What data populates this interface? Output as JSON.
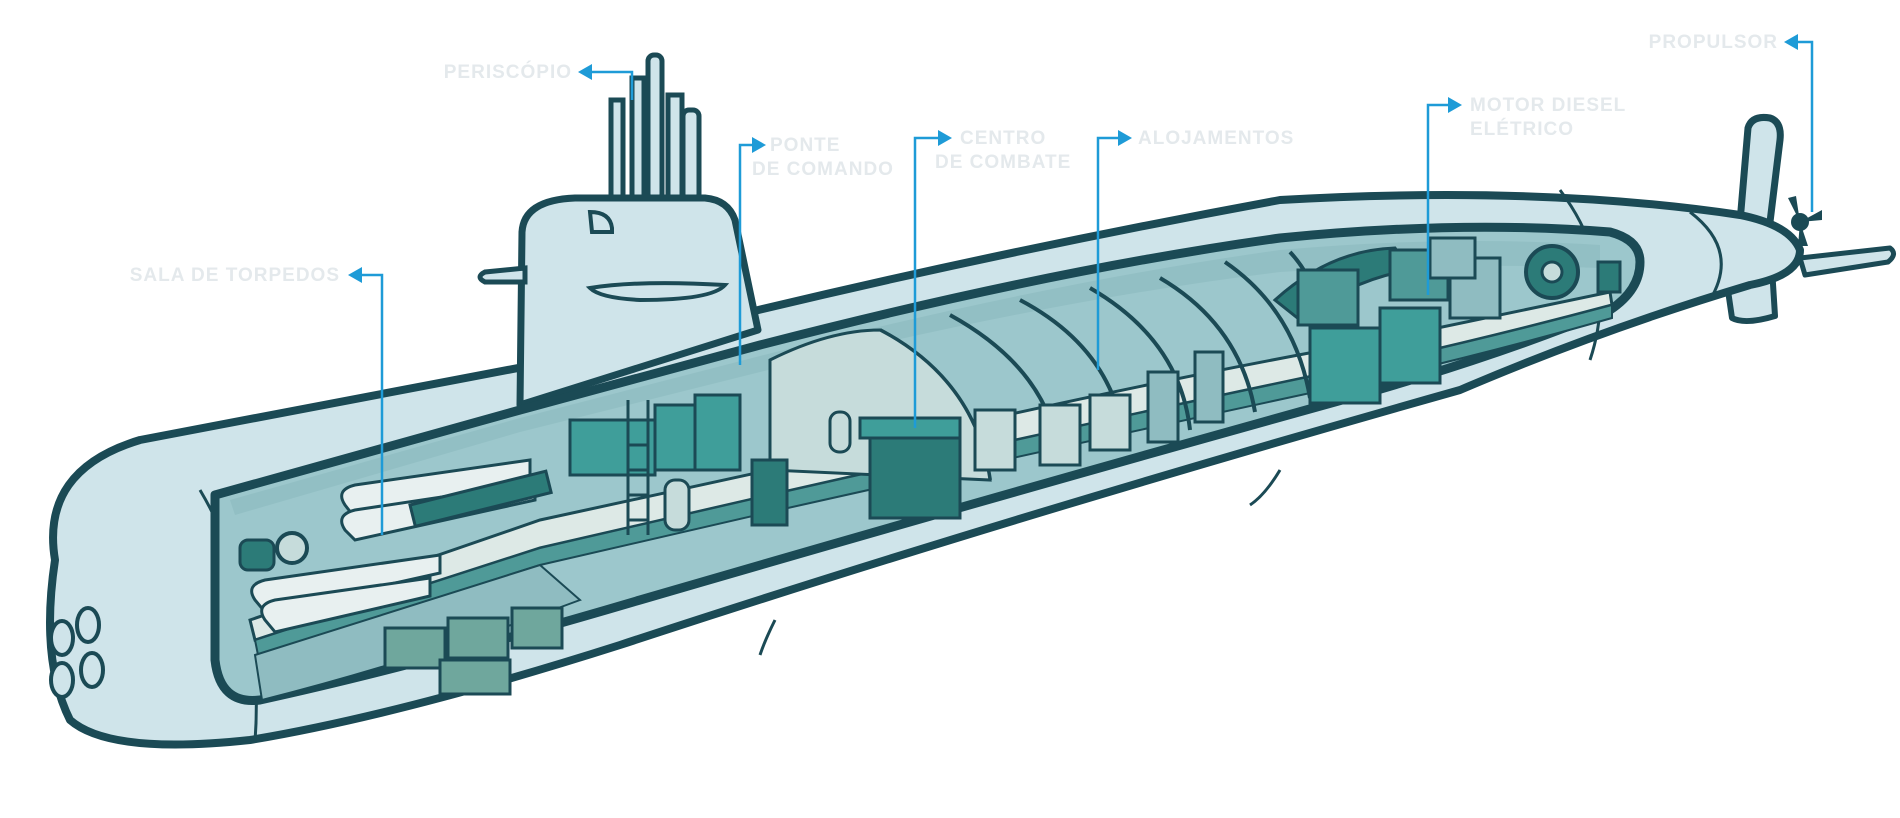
{
  "diagram": {
    "subject": "submarine-cutaway",
    "labels": {
      "periscopio": "PERISCÓPIO",
      "ponte_comando": [
        "PONTE",
        "DE COMANDO"
      ],
      "centro_combate": [
        "CENTRO",
        "DE COMBATE"
      ],
      "alojamentos": "ALOJAMENTOS",
      "motor_diesel": [
        "MOTOR DIESEL",
        "ELÉTRICO"
      ],
      "propulsor": "PROPULSOR",
      "sala_torpedos": "SALA DE TORPEDOS"
    }
  },
  "colors": {
    "accent": "#1e9bd7",
    "outline": "#1b4a55",
    "hull_light": "#cfe4ea",
    "hull_mid": "#9cc7cc",
    "interior_teal": "#3f9e9a",
    "interior_dark": "#2c7b78",
    "floor": "#dde9e6",
    "label_text": "#e4e9ec"
  }
}
